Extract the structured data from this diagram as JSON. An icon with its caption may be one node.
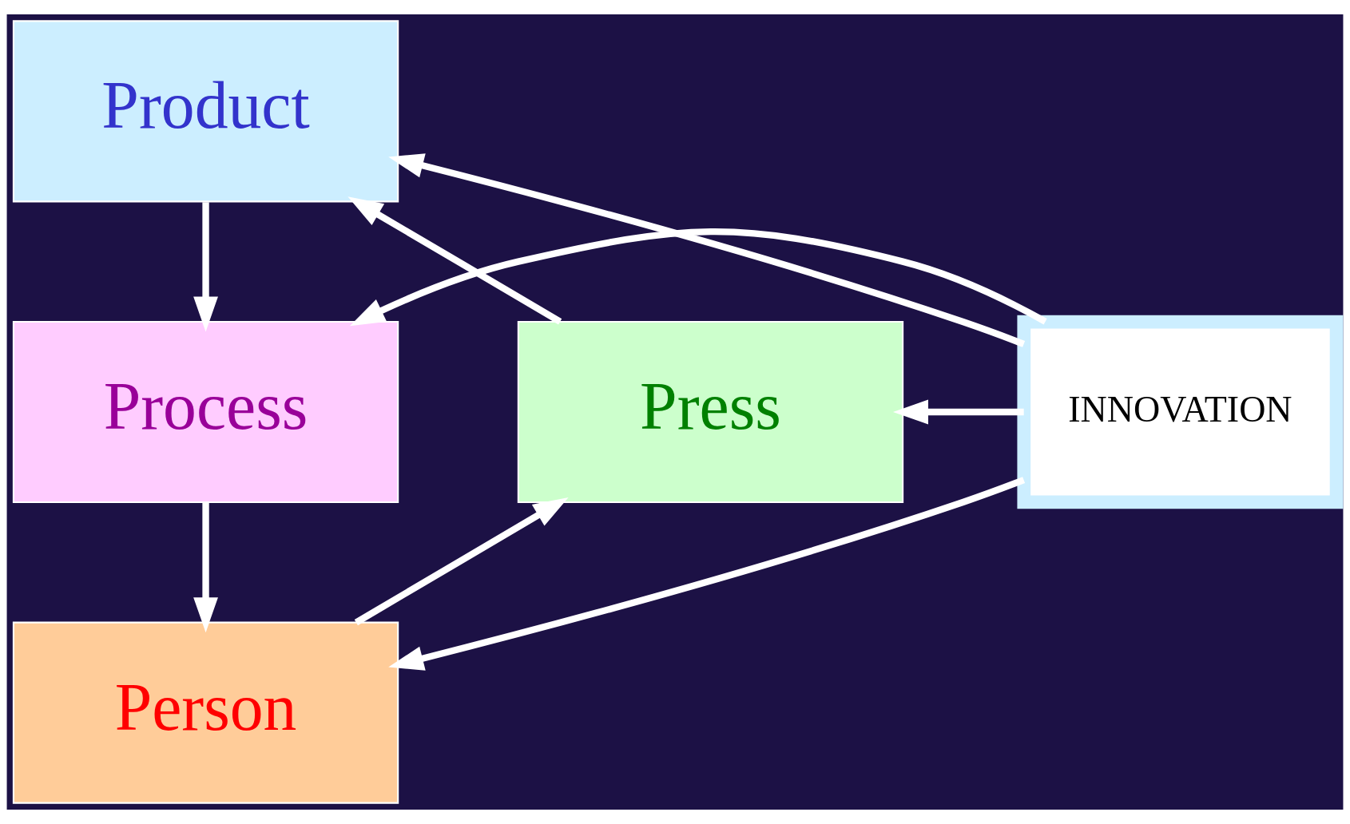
{
  "diagram": {
    "nodes": [
      {
        "text": [
          "Product"
        ]
      },
      {
        "text": [
          "Press"
        ]
      },
      {
        "text": [
          "INNOVATION"
        ]
      },
      {
        "text": [
          "Process"
        ]
      },
      {
        "text": [
          "Person"
        ]
      }
    ],
    "edges": [
      {
        "from": 0,
        "to": 3,
        "arrow": "to"
      },
      {
        "from": 3,
        "to": 4,
        "arrow": "to"
      },
      {
        "from": 4,
        "to": 1,
        "arrow": "to"
      },
      {
        "from": 1,
        "to": 0,
        "arrow": "to"
      },
      {
        "from": 2,
        "to": 0,
        "arrow": "to"
      },
      {
        "from": 2,
        "to": 1,
        "arrow": "to"
      },
      {
        "from": 2,
        "to": 3,
        "arrow": "to"
      },
      {
        "from": 2,
        "to": 4,
        "arrow": "to"
      }
    ]
  }
}
